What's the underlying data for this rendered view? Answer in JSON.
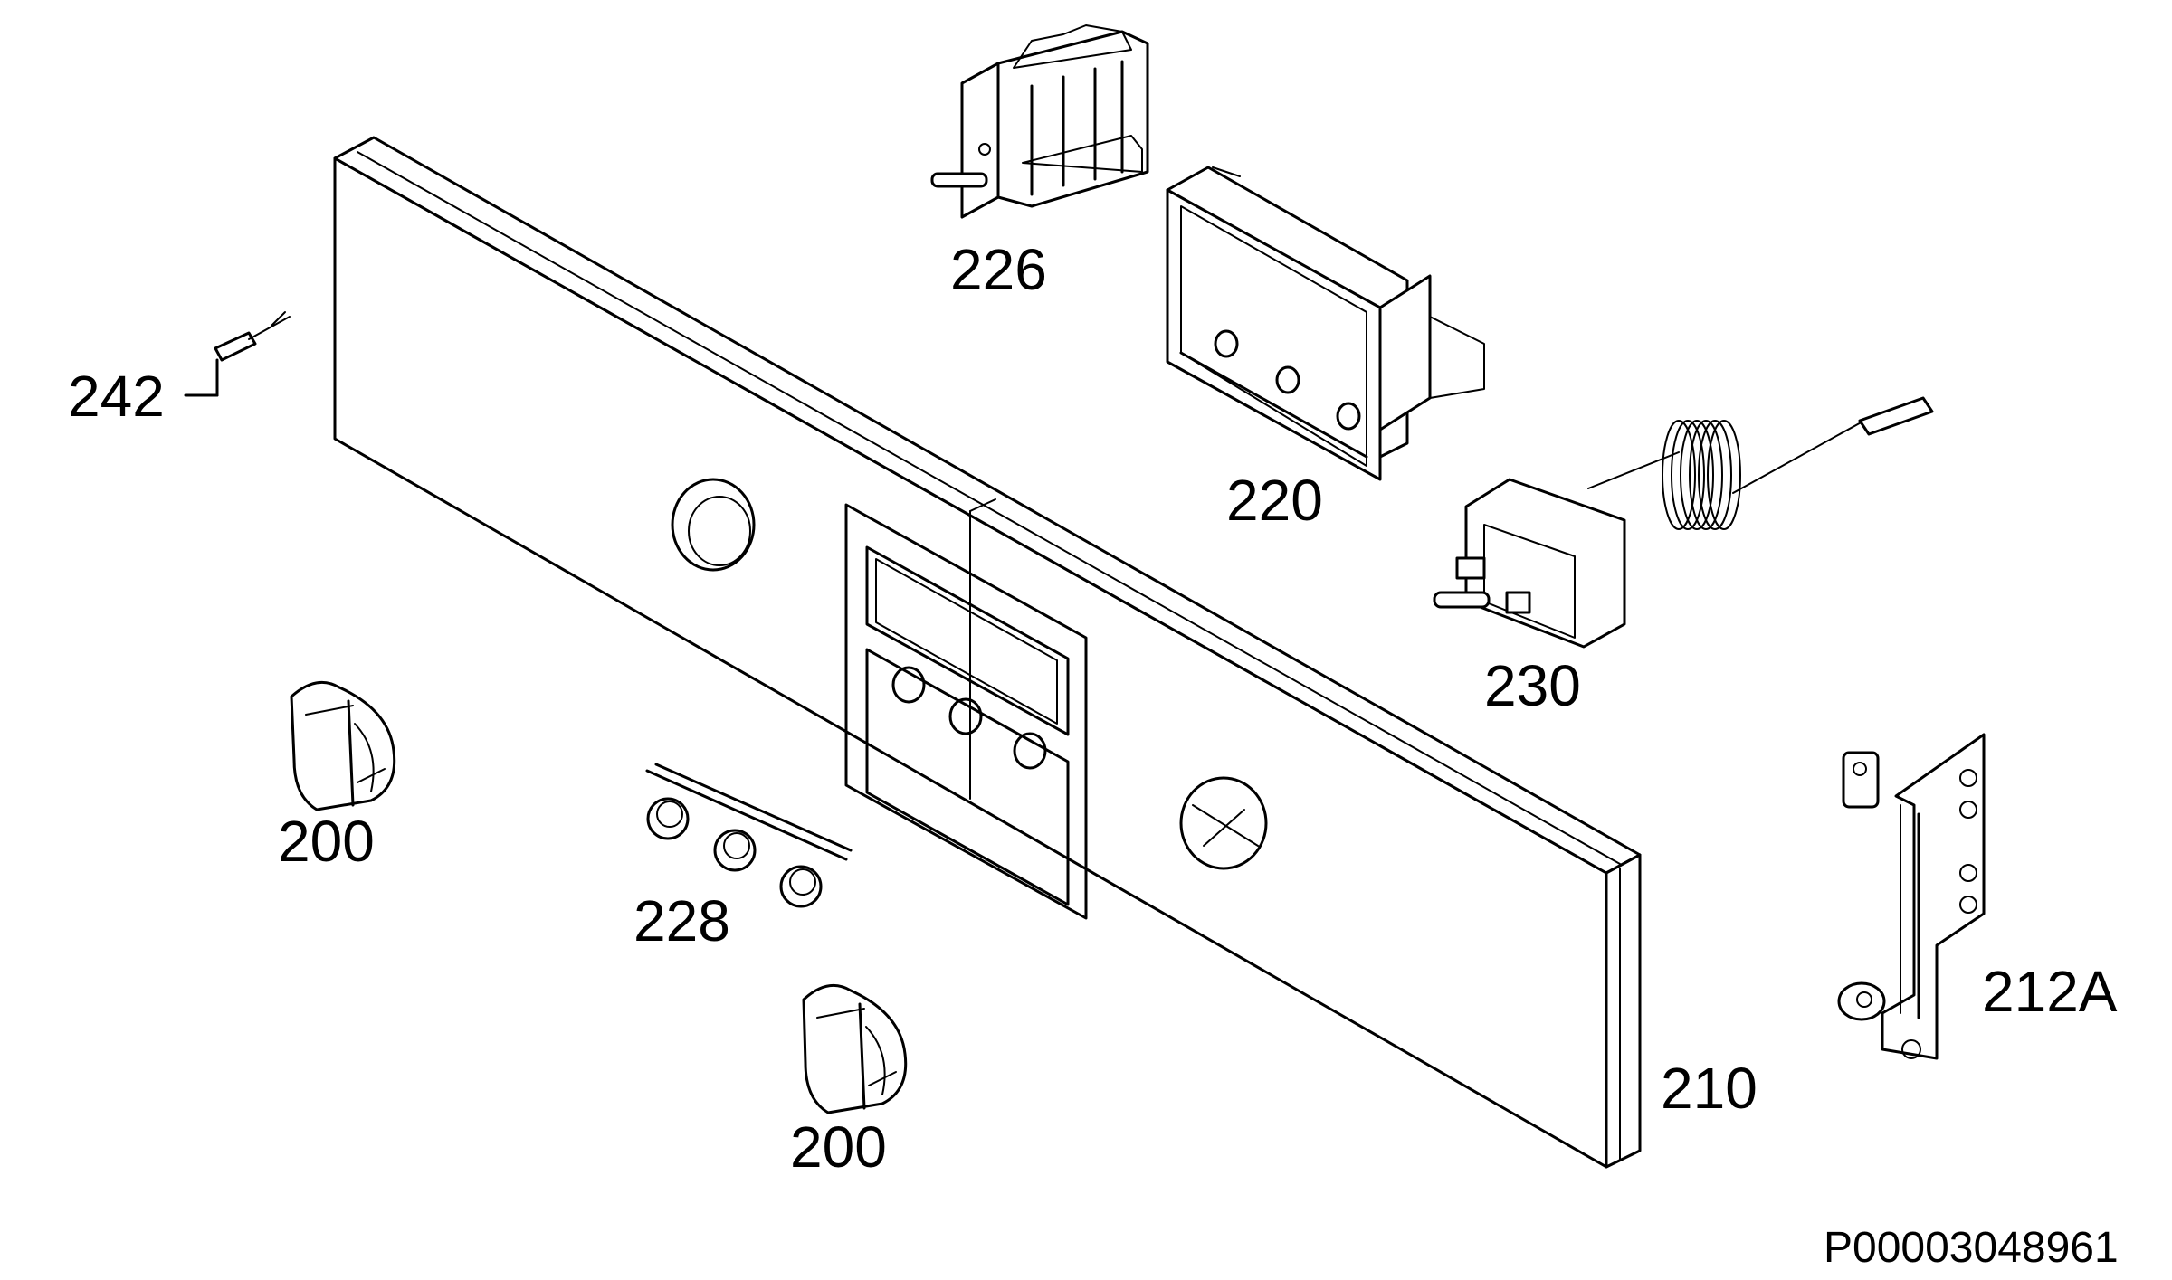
{
  "diagram": {
    "document_ref": "P00003048961",
    "parts": [
      {
        "key": "p226",
        "number": "226"
      },
      {
        "key": "p220",
        "number": "220"
      },
      {
        "key": "p242",
        "number": "242"
      },
      {
        "key": "p230",
        "number": "230"
      },
      {
        "key": "p200a",
        "number": "200"
      },
      {
        "key": "p228",
        "number": "228"
      },
      {
        "key": "p212a",
        "number": "212A"
      },
      {
        "key": "p210",
        "number": "210"
      },
      {
        "key": "p200b",
        "number": "200"
      }
    ]
  }
}
